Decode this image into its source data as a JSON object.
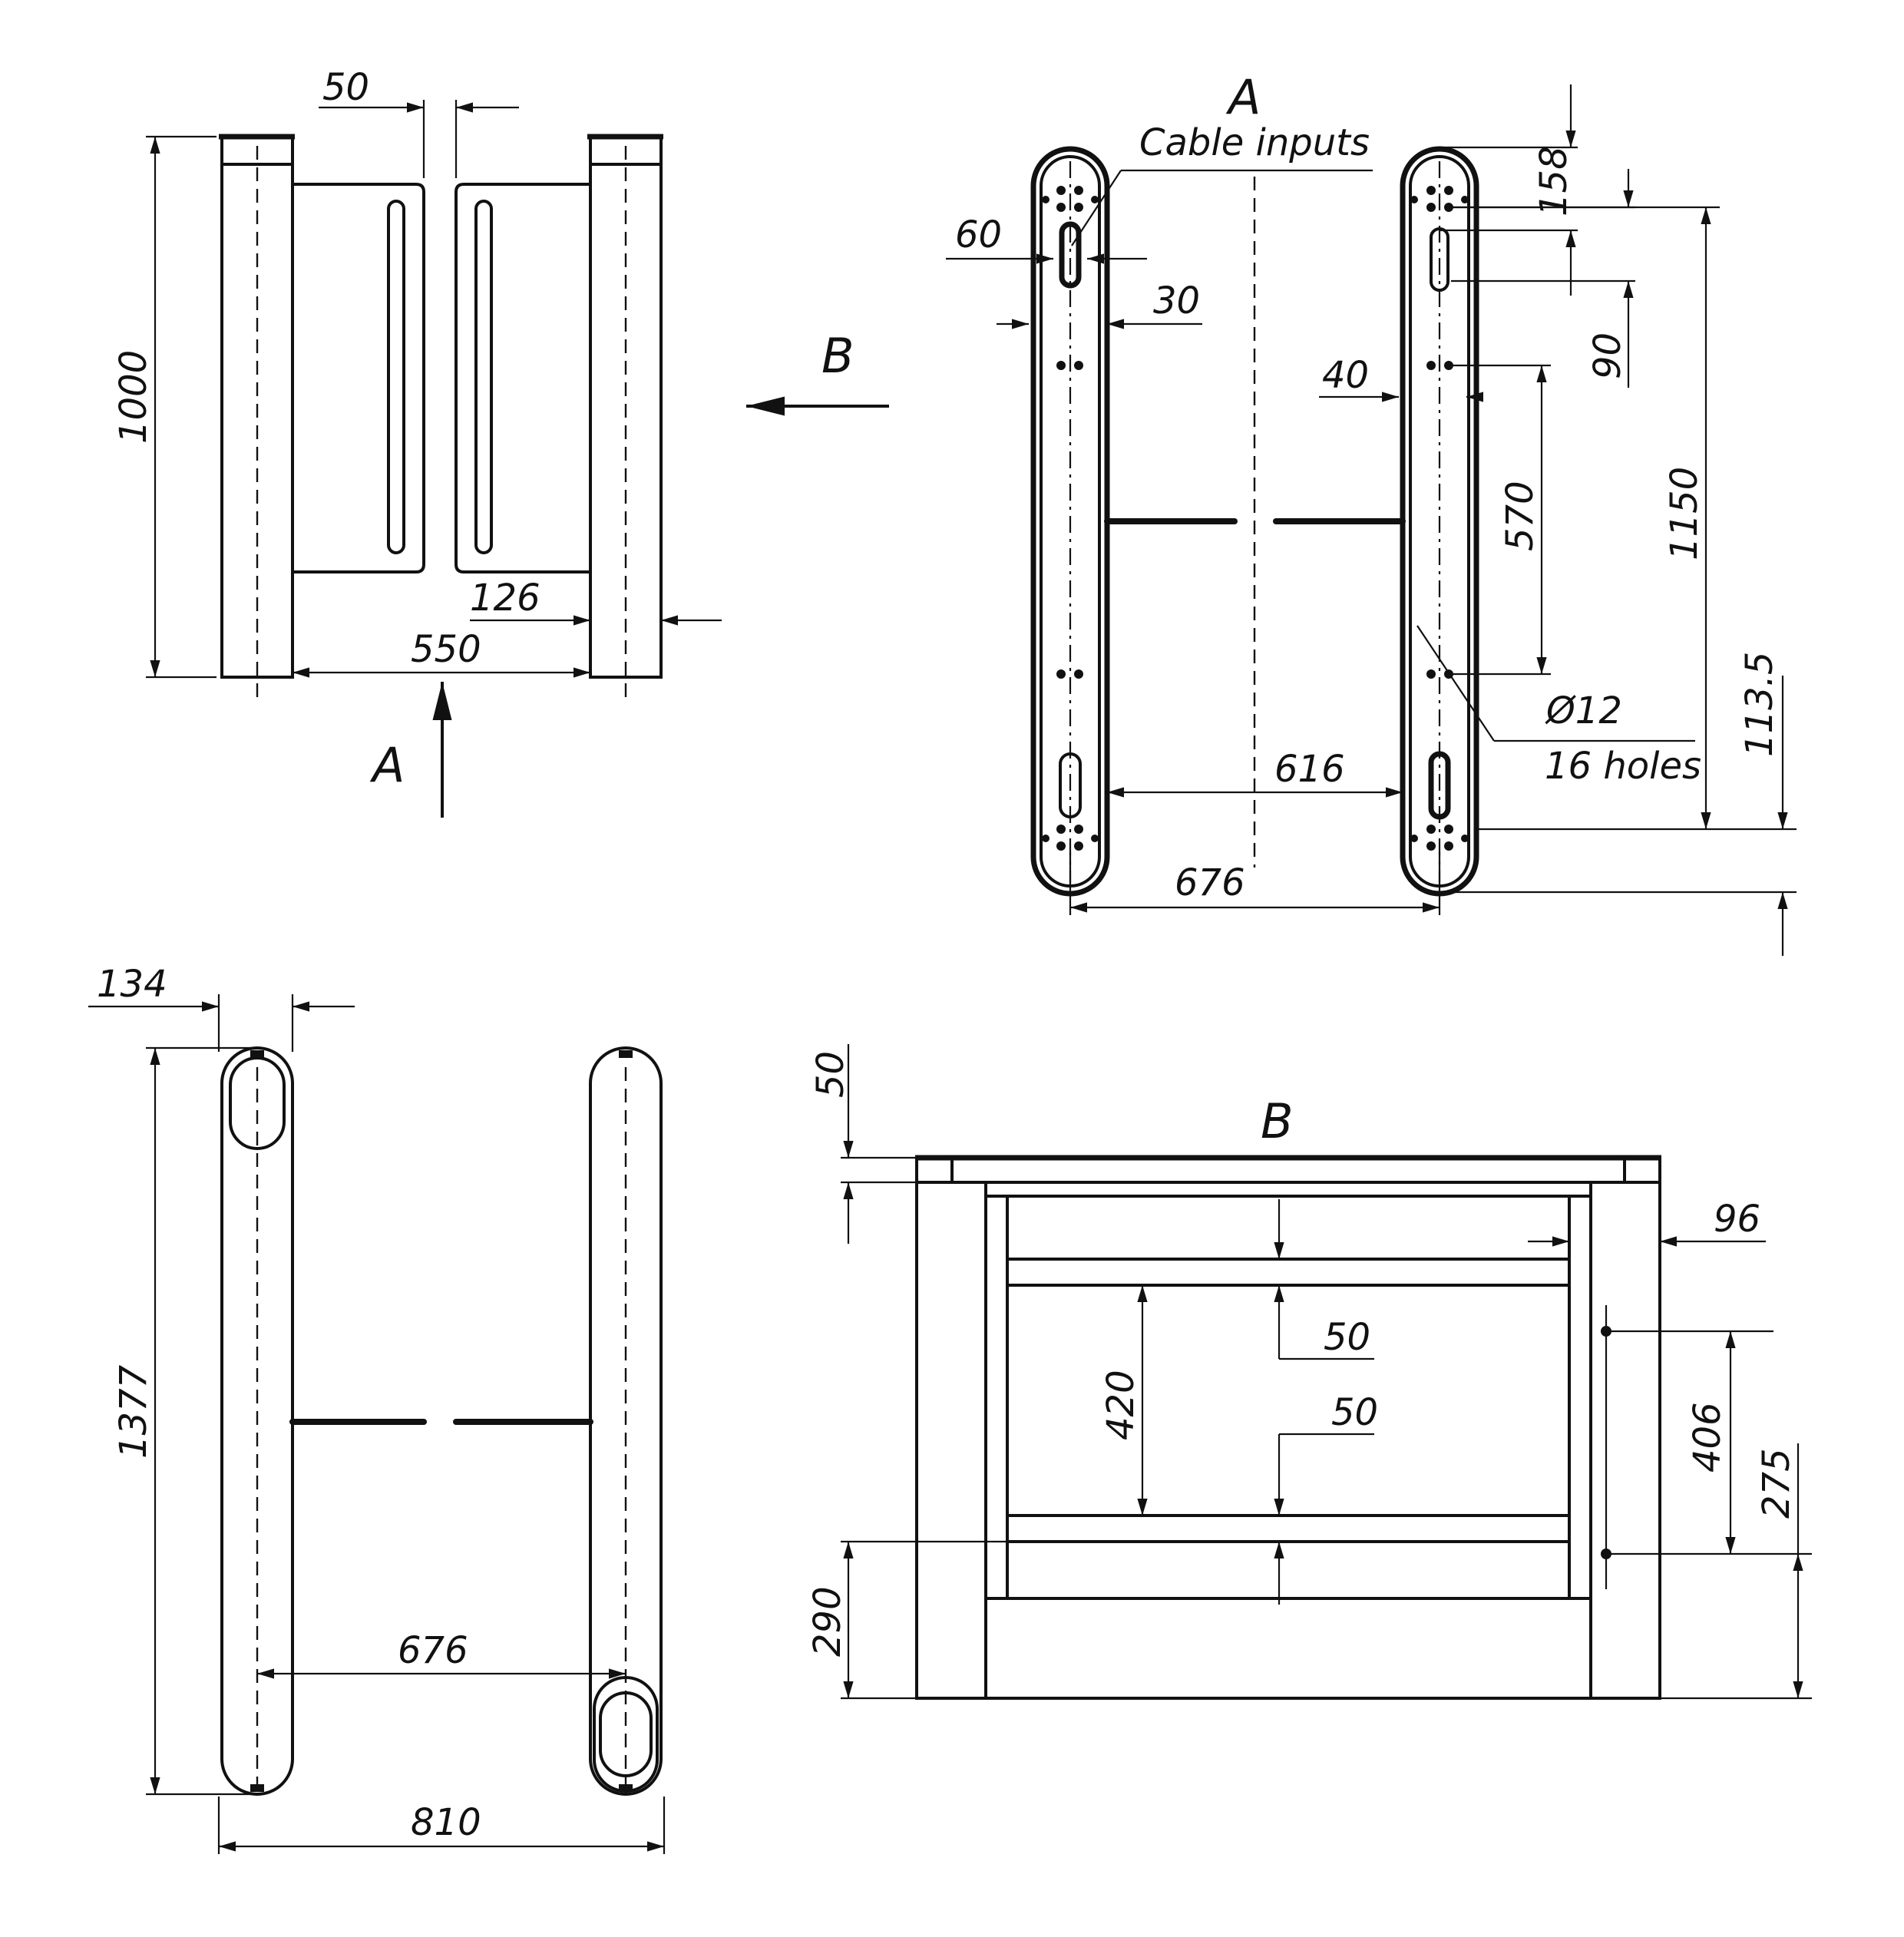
{
  "views": {
    "side": {
      "dim_opening": "50",
      "dim_height": "1000",
      "dim_post": "126",
      "dim_passage": "550",
      "arrow_a": "A",
      "arrow_b": "B"
    },
    "plan_a": {
      "title": "A",
      "note_cable": "Cable inputs",
      "dim_60": "60",
      "dim_30": "30",
      "dim_40": "40",
      "dim_158": "158",
      "dim_90": "90",
      "dim_570": "570",
      "dim_1150": "1150",
      "dim_1135": "113.5",
      "hole_dia": "Ø12",
      "hole_count": "16 holes",
      "dim_616": "616",
      "dim_676": "676"
    },
    "top": {
      "dim_134": "134",
      "dim_1377": "1377",
      "dim_676": "676",
      "dim_810": "810"
    },
    "front_b": {
      "title": "B",
      "dim_50_top": "50",
      "dim_96": "96",
      "dim_50_a": "50",
      "dim_50_b": "50",
      "dim_420": "420",
      "dim_406": "406",
      "dim_275": "275",
      "dim_290": "290"
    }
  }
}
